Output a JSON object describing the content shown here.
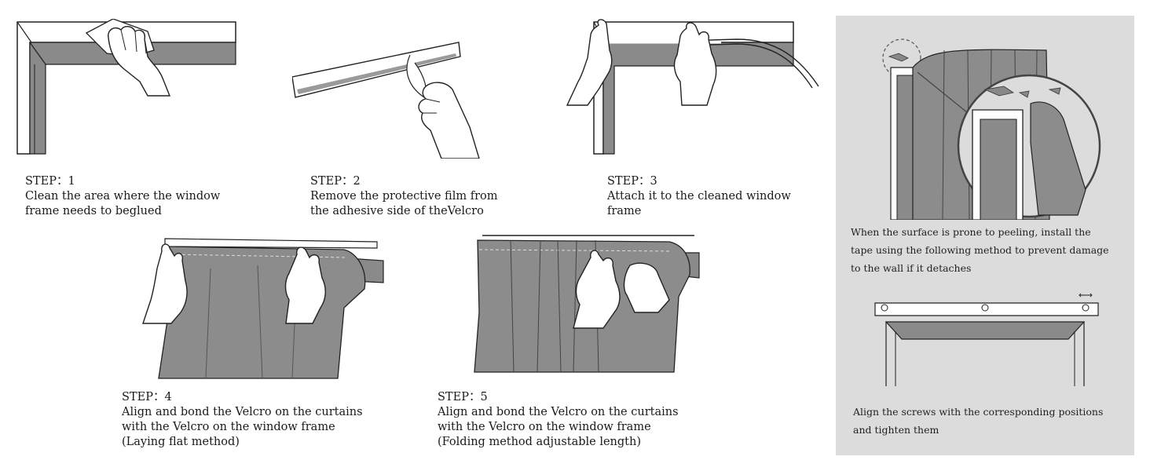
{
  "steps": [
    {
      "label": "STEP：1",
      "lines": [
        "Clean the area where the window",
        "frame needs to beglued"
      ]
    },
    {
      "label": "STEP：2",
      "lines": [
        "Remove the protective film from",
        "the adhesive side of theVelcro"
      ]
    },
    {
      "label": "STEP：3",
      "lines": [
        "Attach it to the cleaned window",
        "frame"
      ]
    },
    {
      "label": "STEP：4",
      "lines": [
        "Align and bond the Velcro on the curtains",
        "with the Velcro on the window frame",
        "(Laying flat method)"
      ]
    },
    {
      "label": "STEP：5",
      "lines": [
        "Align and bond the Velcro on the curtains",
        "with the Velcro on the window frame",
        "(Folding method adjustable length)"
      ]
    }
  ],
  "panel": {
    "note1": [
      "When the surface is prone to peeling, install the",
      "tape using the following method to prevent damage",
      "to the wall if it detaches"
    ],
    "note2": [
      "Align the screws with the corresponding positions",
      "and tighten them"
    ]
  },
  "colors": {
    "frame_shade": "#8a8a8a",
    "curtain": "#8c8c8c",
    "panel_bg": "#dcdcdc",
    "line": "#222222"
  }
}
